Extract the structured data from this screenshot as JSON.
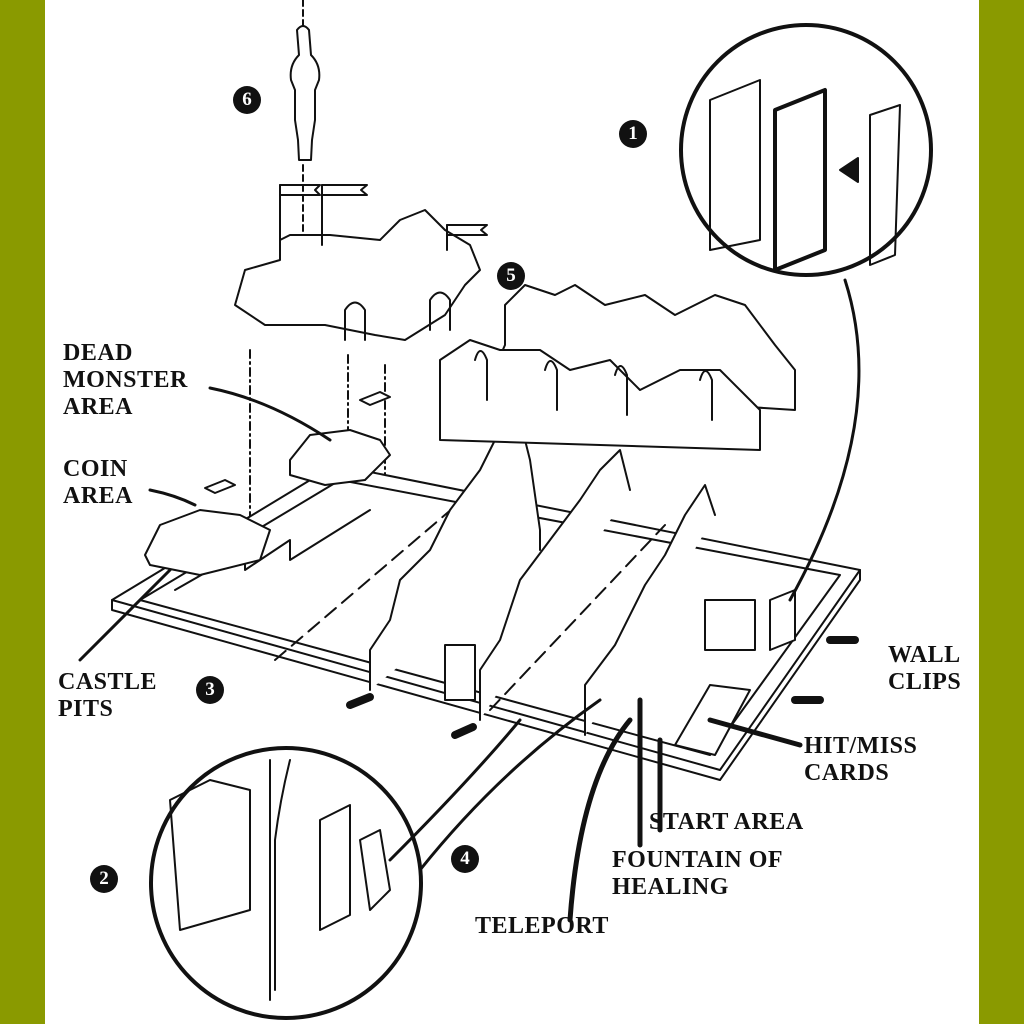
{
  "colors": {
    "border": "#8a9a00",
    "background": "#ffffff",
    "ink": "#111111"
  },
  "labels": {
    "dead_monster_area": [
      "DEAD",
      "MONSTER",
      "AREA"
    ],
    "coin_area": [
      "COIN",
      "AREA"
    ],
    "castle_pits": [
      "CASTLE",
      "PITS"
    ],
    "wall_clips": [
      "WALL",
      "CLIPS"
    ],
    "hit_miss_cards": [
      "HIT/MISS",
      "CARDS"
    ],
    "start_area": "START AREA",
    "fountain_of_healing": [
      "FOUNTAIN OF",
      "HEALING"
    ],
    "teleport": "TELEPORT"
  },
  "steps": [
    "1",
    "2",
    "3",
    "4",
    "5",
    "6"
  ]
}
